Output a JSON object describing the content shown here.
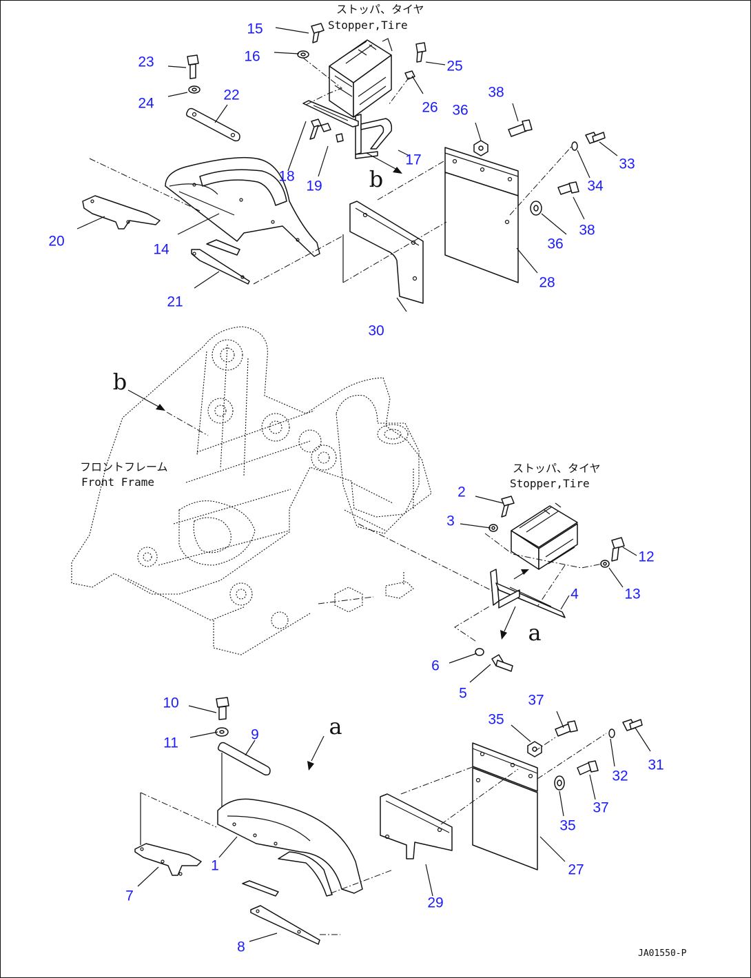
{
  "annotations": {
    "stopper_top_jp": "ストッパ、タイヤ",
    "stopper_top_en": "Stopper,Tire",
    "stopper_mid_jp": "ストッパ、タイヤ",
    "stopper_mid_en": "Stopper,Tire",
    "front_frame_jp": "フロントフレーム",
    "front_frame_en": "Front Frame",
    "view_a_upper": "a",
    "view_a_lower": "a",
    "view_b_upper": "b",
    "view_b_left": "b",
    "drawing_code": "JA01550-P"
  },
  "part_numbers": [
    "1",
    "2",
    "3",
    "4",
    "5",
    "6",
    "7",
    "8",
    "9",
    "10",
    "11",
    "12",
    "13",
    "14",
    "15",
    "16",
    "17",
    "18",
    "19",
    "20",
    "21",
    "22",
    "23",
    "24",
    "25",
    "26",
    "27",
    "28",
    "29",
    "30",
    "31",
    "32",
    "33",
    "34",
    "35",
    "35",
    "36",
    "36",
    "37",
    "37",
    "38",
    "38"
  ],
  "colors": {
    "callout": "#1a1aff",
    "line": "#111111",
    "background": "#ffffff"
  }
}
